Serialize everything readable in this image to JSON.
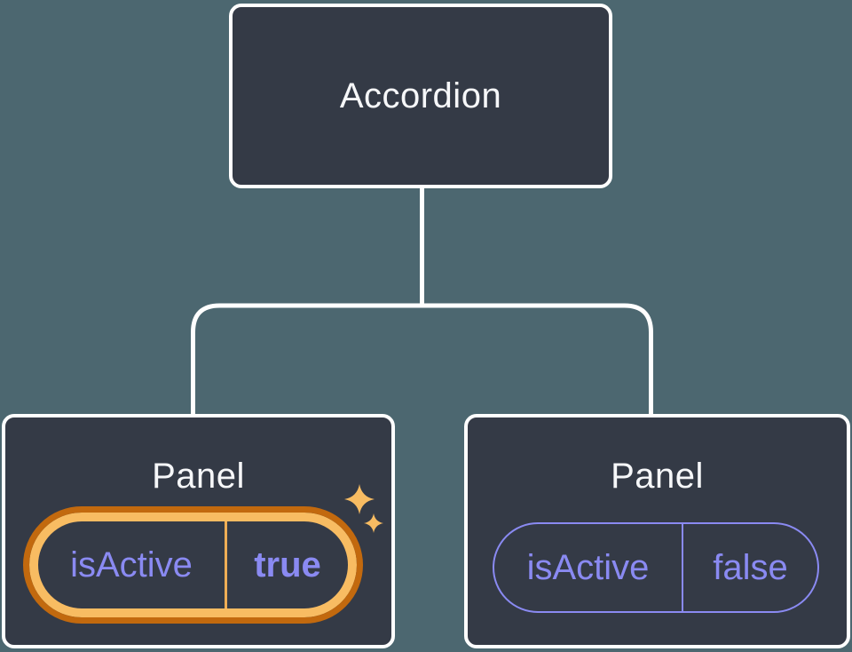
{
  "diagram": {
    "description": "Component tree showing an Accordion parent with two Panel children and their isActive state",
    "title_node": {
      "label": "Accordion"
    },
    "panels": [
      {
        "label": "Panel",
        "prop": {
          "name": "isActive",
          "value": "true"
        },
        "highlighted": true
      },
      {
        "label": "Panel",
        "prop": {
          "name": "isActive",
          "value": "false"
        },
        "highlighted": false
      }
    ]
  },
  "colors": {
    "background": "#4C6770",
    "node_background": "#343A46",
    "node_border": "#FFFFFF",
    "connector": "#FFFFFF",
    "text_primary": "#F6F7F9",
    "accent_purple": "#8A8AF2",
    "highlight_orange_dark": "#C2690E",
    "highlight_gold": "#F8BC62",
    "divider_gold": "#EFAE55"
  }
}
